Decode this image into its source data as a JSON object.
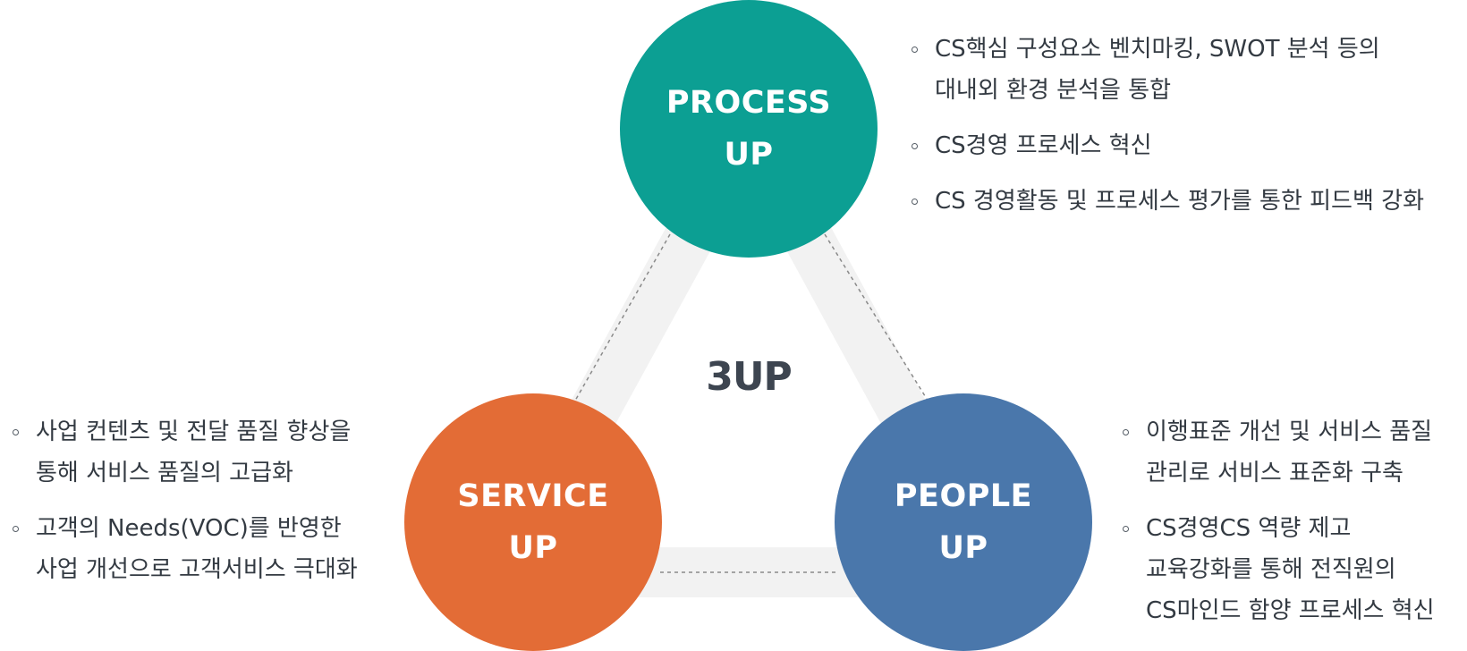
{
  "center_label": "3UP",
  "colors": {
    "process": "#0c9f93",
    "service": "#e36c36",
    "people": "#4a77ab",
    "band": "#f2f2f2",
    "dash": "#8a8a8a"
  },
  "nodes": {
    "process": {
      "line1": "PROCESS",
      "line2": "UP"
    },
    "service": {
      "line1": "SERVICE",
      "line2": "UP"
    },
    "people": {
      "line1": "PEOPLE",
      "line2": "UP"
    }
  },
  "lists": {
    "process": [
      {
        "lines": [
          "CS핵심 구성요소 벤치마킹, SWOT 분석 등의",
          "대내외 환경 분석을 통합"
        ]
      },
      {
        "lines": [
          "CS경영 프로세스 혁신"
        ]
      },
      {
        "lines": [
          "CS 경영활동 및 프로세스 평가를 통한 피드백 강화"
        ]
      }
    ],
    "service": [
      {
        "lines": [
          "사업 컨텐츠 및 전달 품질 향상을",
          "통해 서비스 품질의 고급화"
        ]
      },
      {
        "lines": [
          "고객의 Needs(VOC)를 반영한",
          "사업 개선으로 고객서비스 극대화"
        ]
      }
    ],
    "people": [
      {
        "lines": [
          "이행표준 개선 및 서비스 품질",
          "관리로 서비스 표준화 구축"
        ]
      },
      {
        "lines": [
          "CS경영CS 역량 제고",
          "교육강화를 통해 전직원의",
          "CS마인드 함양 프로세스 혁신"
        ]
      }
    ]
  }
}
